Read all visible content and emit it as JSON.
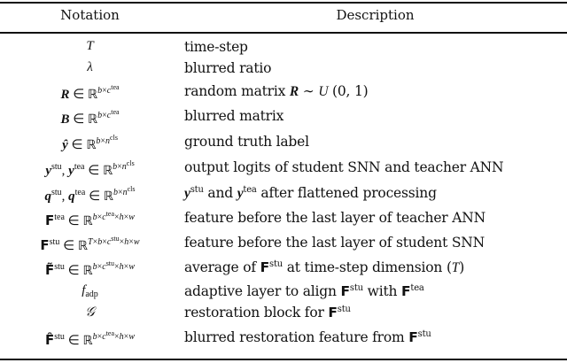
{
  "table": {
    "header": {
      "notation": "Notation",
      "description": "Description"
    },
    "rows": [
      {
        "notation": "T",
        "description": "time-step"
      },
      {
        "notation": "λ",
        "description": "blurred ratio"
      },
      {
        "notation": "R ∈ ℝ^{b×c^tea}",
        "description": "random matrix R ∼ U (0, 1)"
      },
      {
        "notation": "B ∈ ℝ^{b×c^tea}",
        "description": "blurred matrix"
      },
      {
        "notation": "ŷ ∈ ℝ^{b×n^cls}",
        "description": "ground truth label"
      },
      {
        "notation": "y^stu, y^tea ∈ ℝ^{b×n^cls}",
        "description": "output logits of student SNN and teacher ANN"
      },
      {
        "notation": "q^stu, q^tea ∈ ℝ^{b×n^cls}",
        "description": "y^stu and y^tea after flattened processing"
      },
      {
        "notation": "F^tea ∈ ℝ^{b×c^tea×h×w}",
        "description": "feature before the last layer of teacher ANN"
      },
      {
        "notation": "F^stu ∈ ℝ^{T×b×c^stu×h×w}",
        "description": "feature before the last layer of student SNN"
      },
      {
        "notation": "F̃^stu ∈ ℝ^{b×c^stu×h×w}",
        "description": "average of F^stu at time-step dimension (T)"
      },
      {
        "notation": "f_adp",
        "description": "adaptive layer to align F^stu with F^tea"
      },
      {
        "notation": "𝒢",
        "description": "restoration block for F^stu"
      },
      {
        "notation": "F̂^stu ∈ ℝ^{b×c^tea×h×w}",
        "description": "blurred restoration feature from F^stu"
      }
    ],
    "text_parts": {
      "in": "∈",
      "R": "ℝ",
      "b": "b",
      "times": "×",
      "c": "c",
      "n": "n",
      "h": "h",
      "w": "w",
      "T": "T",
      "tea": "tea",
      "stu": "stu",
      "cls": "cls",
      "adp": "adp",
      "comma": ",",
      "lambda": "λ",
      "G": "𝒢",
      "F": "F",
      "y": "y",
      "q": "q",
      "yhat": "ŷ",
      "Rbold": "R",
      "Bbold": "B",
      "f": "f",
      "F_tilde": "F̃",
      "F_hat": "F̂",
      "d0": "time-step",
      "d1": "blurred ratio",
      "d2a": "random matrix ",
      "d2b": " ∼ ",
      "d2c": "U",
      "d2d": " (0, 1)",
      "d3": "blurred matrix",
      "d4": "ground truth label",
      "d5": "output logits of student SNN and teacher ANN",
      "d6a": " and ",
      "d6b": " after flattened processing",
      "d7": "feature before the last layer of teacher ANN",
      "d8": "feature before the last layer of student SNN",
      "d9a": "average of ",
      "d9b": " at time-step dimension (",
      "d9c": ")",
      "d10a": "adaptive layer to align ",
      "d10b": " with ",
      "d11": "restoration block for ",
      "d12": "blurred restoration feature from "
    }
  }
}
